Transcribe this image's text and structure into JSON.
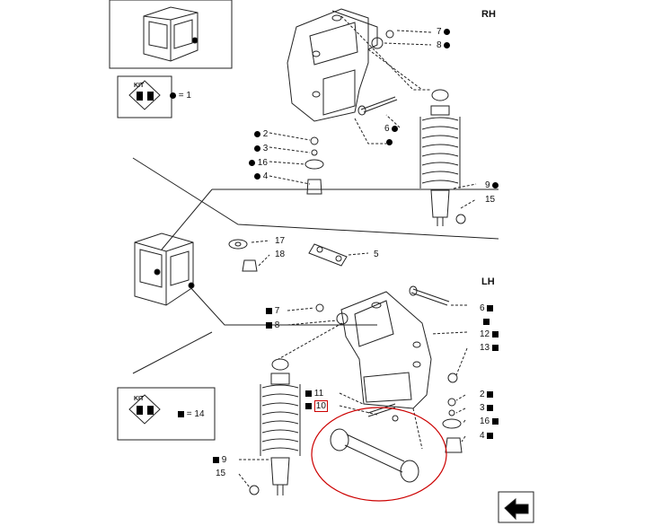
{
  "headers": {
    "rh": "RH",
    "lh": "LH"
  },
  "kit": {
    "title": "KIT",
    "rh_legend": "= 1",
    "lh_legend": "= 14"
  },
  "callouts_rh": {
    "c7": "7",
    "c8": "8",
    "c6": "6",
    "c2": "2",
    "c3": "3",
    "c16": "16",
    "c4": "4",
    "c9": "9",
    "c15": "15"
  },
  "callouts_mid": {
    "c17": "17",
    "c18": "18",
    "c5": "5"
  },
  "callouts_lh": {
    "c7": "7",
    "c8": "8",
    "c6": "6",
    "c12": "12",
    "c13": "13",
    "c11": "11",
    "c10": "10",
    "c2": "2",
    "c3": "3",
    "c16": "16",
    "c4": "4",
    "c9": "9",
    "c15": "15"
  },
  "colors": {
    "highlight": "#cc0000",
    "line": "#222222",
    "marker": "#000000"
  },
  "icons": [
    "kit-icon",
    "tractor-cab-icon",
    "nav-arrow-icon"
  ]
}
